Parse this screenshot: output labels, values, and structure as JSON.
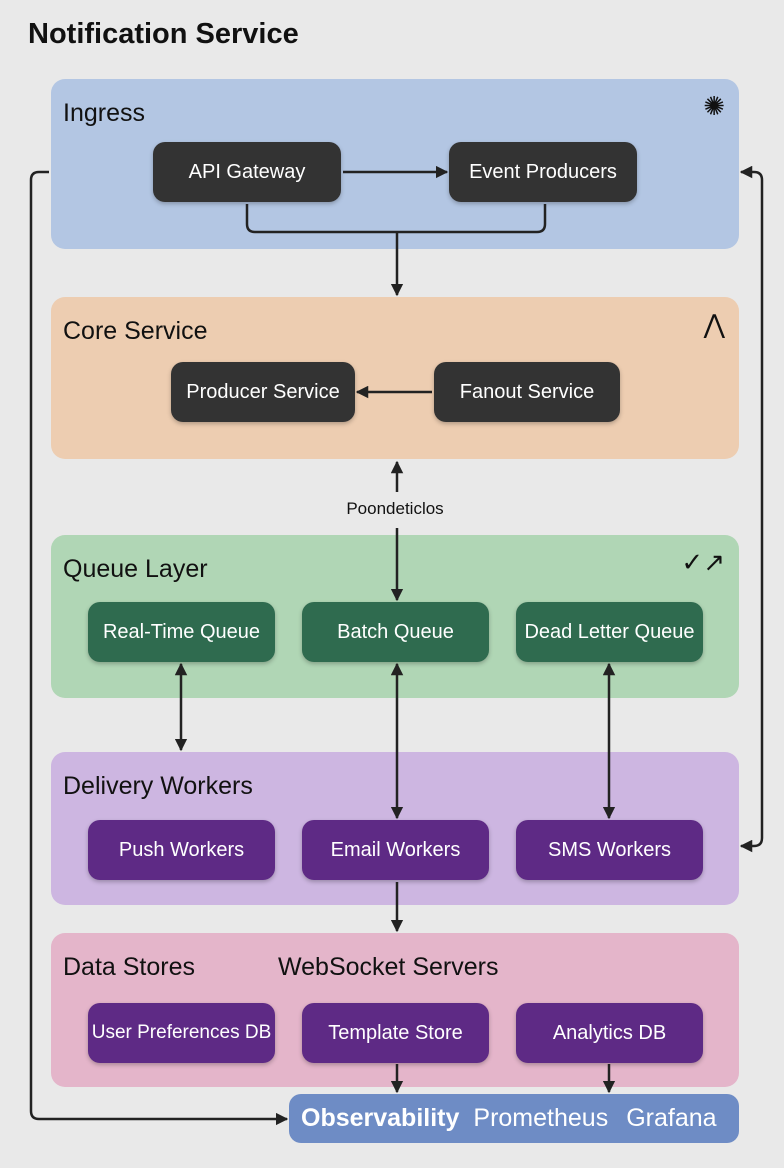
{
  "title": "Notification Service",
  "ingress": {
    "title": "Ingress",
    "icon": "sparkle-icon",
    "nodes": [
      "API Gateway",
      "Event Producers"
    ]
  },
  "core": {
    "title": "Core Service",
    "icon": "network-node-icon",
    "nodes": [
      "Producer Service",
      "Fanout Service"
    ]
  },
  "connector_label": "Poondeticlos",
  "queue": {
    "title": "Queue Layer",
    "icon": "check-arrow-icon",
    "nodes": [
      "Real-Time Queue",
      "Batch Queue",
      "Dead Letter Queue"
    ]
  },
  "delivery": {
    "title": "Delivery Workers",
    "nodes": [
      "Push Workers",
      "Email Workers",
      "SMS Workers"
    ]
  },
  "data": {
    "title": "Data Stores",
    "subtitle": "WebSocket Servers",
    "nodes": [
      "User Preferences DB",
      "Template Store",
      "Analytics DB"
    ]
  },
  "observability": {
    "title": "Observability",
    "items": [
      "Prometheus",
      "Grafana"
    ]
  },
  "colors": {
    "ingress": "#b3c6e3",
    "core": "#edcdb1",
    "queue": "#b0d6b5",
    "delivery": "#cdb6e1",
    "data": "#e4b5ca",
    "observability": "#6e8cc5"
  }
}
